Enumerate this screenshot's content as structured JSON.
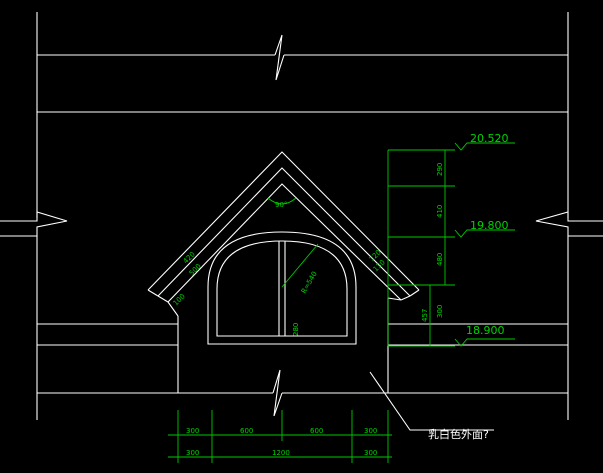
{
  "elevations": {
    "top": "20.520",
    "mid": "19.800",
    "bottom": "18.900"
  },
  "vertical_dims": {
    "d1": "290",
    "d2": "410",
    "d3": "480",
    "d4": "300",
    "d5": "457"
  },
  "horizontal_dims_row1": {
    "a": "300",
    "b": "600",
    "c": "600",
    "d": "300"
  },
  "horizontal_dims_row2": {
    "a": "300",
    "b": "1200",
    "c": "300"
  },
  "roof": {
    "angle": "90°",
    "left_upper": "420",
    "left_lower": "500",
    "left_small": "100",
    "right_upper": "120",
    "right_lower": "130"
  },
  "window": {
    "radius": "R=540",
    "sill": "280"
  },
  "note": "乳白色外面?",
  "colors": {
    "background": "#000000",
    "line": "#ffffff",
    "dimension": "#00c800"
  }
}
